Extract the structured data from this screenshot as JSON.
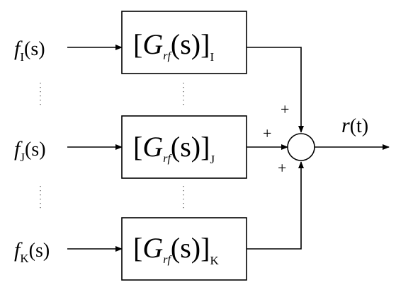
{
  "inputs": [
    {
      "fn": "f",
      "sub": "I",
      "arg": "(s)"
    },
    {
      "fn": "f",
      "sub": "J",
      "arg": "(s)"
    },
    {
      "fn": "f",
      "sub": "K",
      "arg": "(s)"
    }
  ],
  "blocks": [
    {
      "open": "[",
      "sym": "G",
      "sub": "rf",
      "arg": "(s)",
      "close": "]",
      "idx": "I"
    },
    {
      "open": "[",
      "sym": "G",
      "sub": "rf",
      "arg": "(s)",
      "close": "]",
      "idx": "J"
    },
    {
      "open": "[",
      "sym": "G",
      "sub": "rf",
      "arg": "(s)",
      "close": "]",
      "idx": "K"
    }
  ],
  "signs": {
    "top": "+",
    "left": "+",
    "bottom": "+"
  },
  "output": {
    "sym": "r",
    "arg": "(t)"
  },
  "colors": {
    "line": "#000000",
    "ellipsis": "#555555"
  }
}
